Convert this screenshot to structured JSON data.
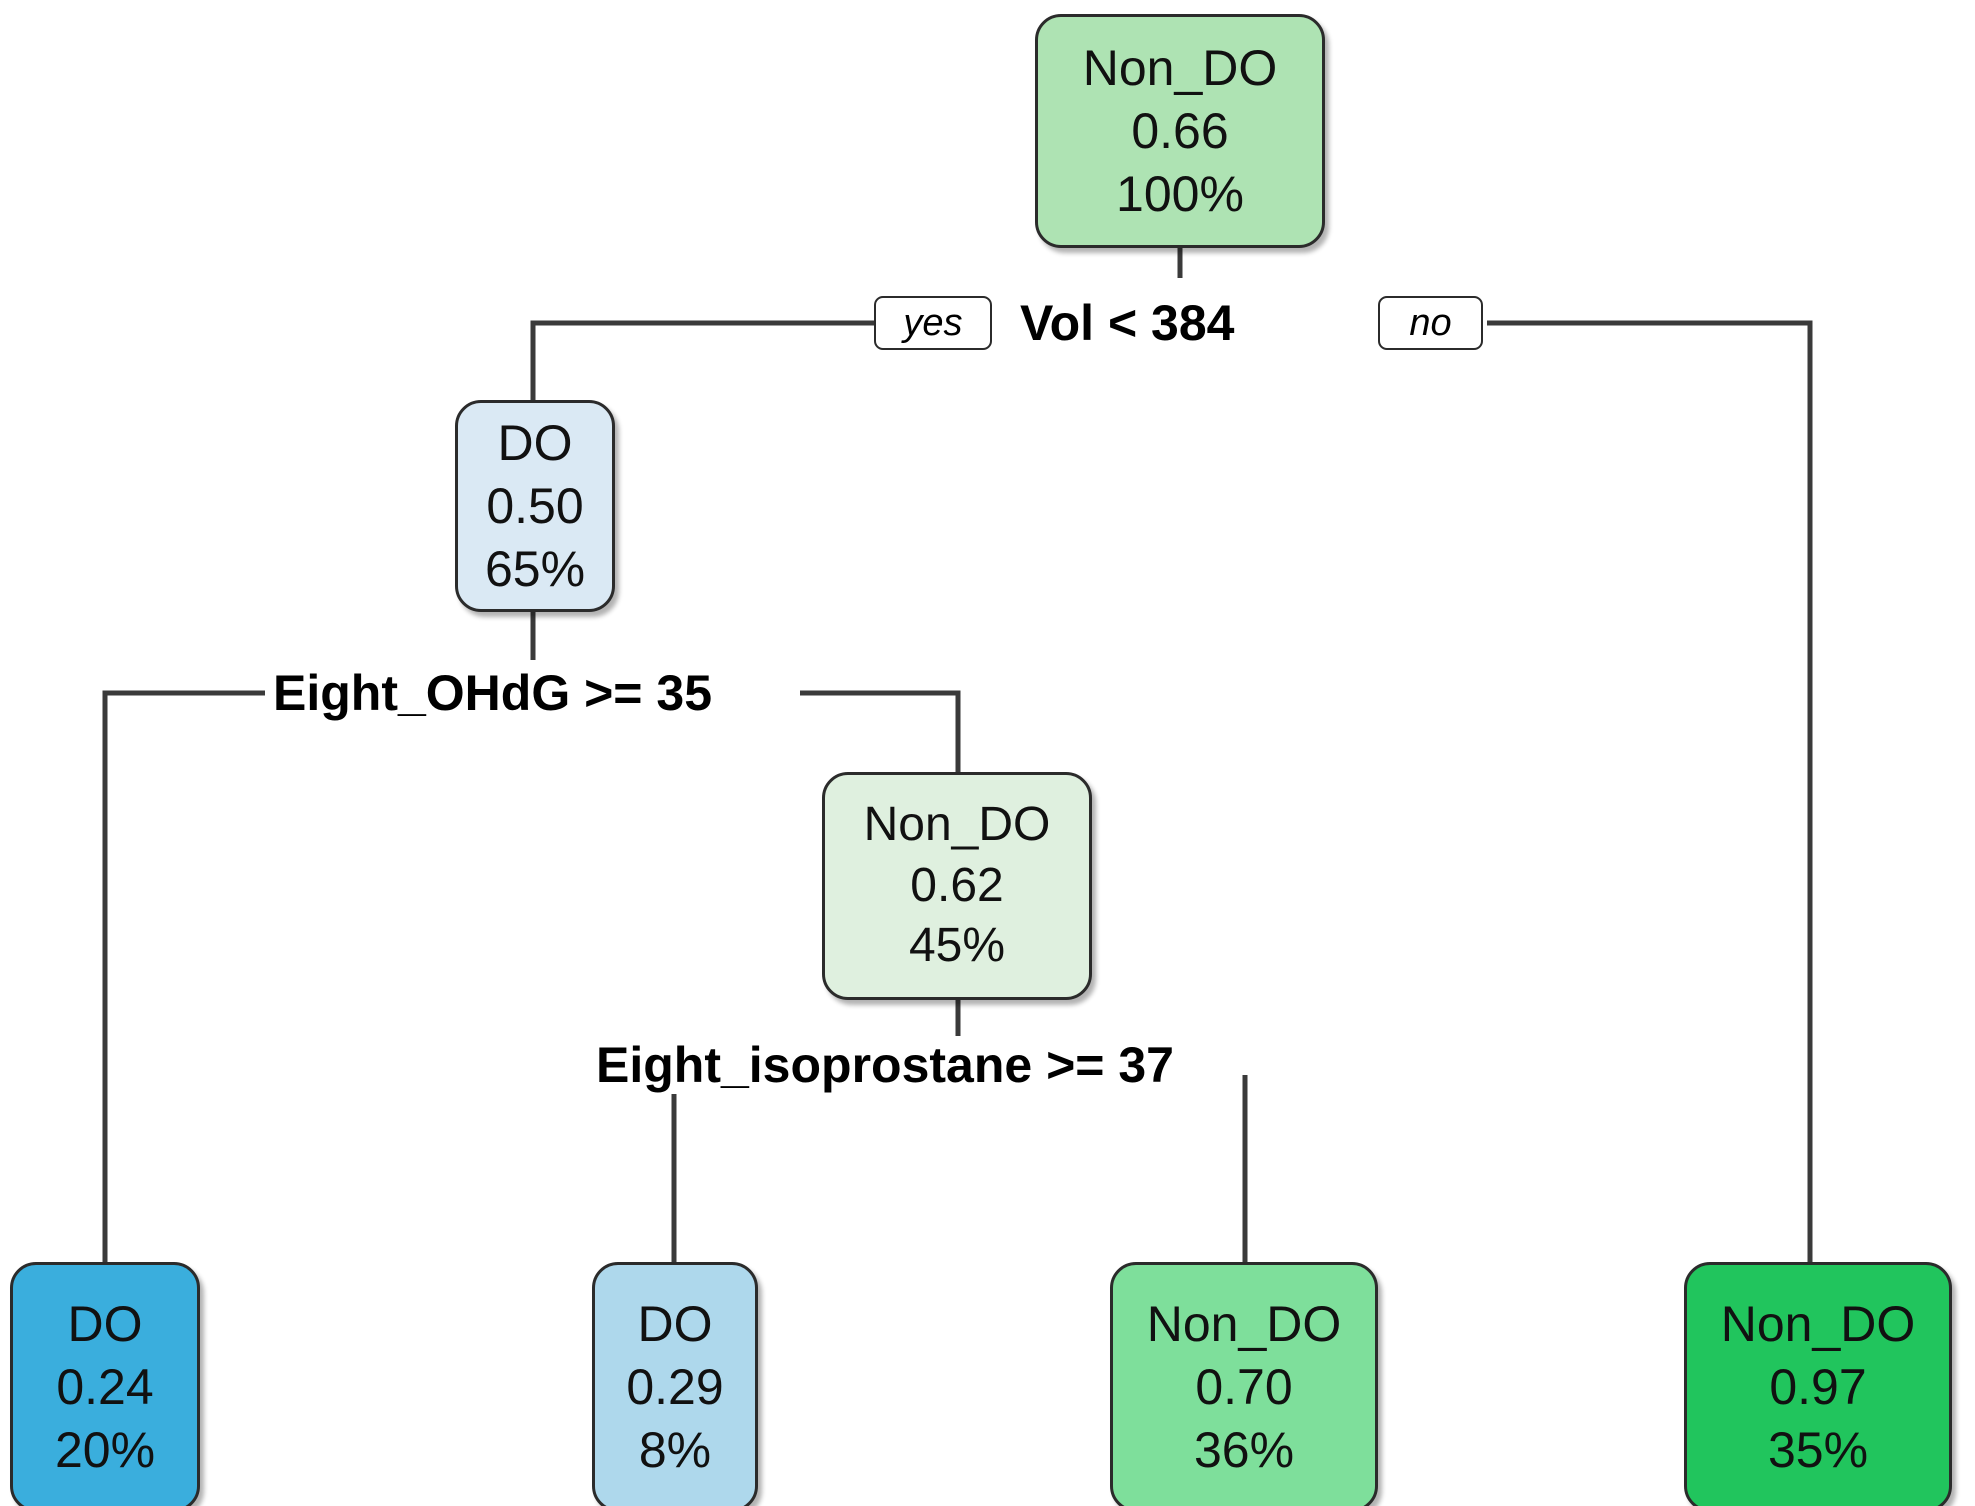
{
  "chart_data": {
    "type": "tree",
    "title": "",
    "description": "CART decision tree classifying DO vs Non_DO",
    "classes": [
      "DO",
      "Non_DO"
    ],
    "nodes": [
      {
        "id": "root",
        "label": "Non_DO",
        "probability": "0.66",
        "percent": "100%",
        "fill": "#aee3b3",
        "depth": 0,
        "is_leaf": false
      },
      {
        "id": "n2",
        "label": "DO",
        "probability": "0.50",
        "percent": "65%",
        "fill": "#dae9f4",
        "depth": 1,
        "is_leaf": false
      },
      {
        "id": "n3",
        "label": "Non_DO",
        "probability": "0.62",
        "percent": "45%",
        "fill": "#dff0df",
        "depth": 2,
        "is_leaf": false
      },
      {
        "id": "leaf1",
        "label": "DO",
        "probability": "0.24",
        "percent": "20%",
        "fill": "#3aaedd",
        "depth": 3,
        "is_leaf": true
      },
      {
        "id": "leaf2",
        "label": "DO",
        "probability": "0.29",
        "percent": "8%",
        "fill": "#aed8ec",
        "depth": 3,
        "is_leaf": true
      },
      {
        "id": "leaf3",
        "label": "Non_DO",
        "probability": "0.70",
        "percent": "36%",
        "fill": "#7edf9b",
        "depth": 3,
        "is_leaf": true
      },
      {
        "id": "leaf4",
        "label": "Non_DO",
        "probability": "0.97",
        "percent": "35%",
        "fill": "#21c55d",
        "depth": 3,
        "is_leaf": true
      }
    ],
    "splits": [
      {
        "id": "split1",
        "condition": "Vol < 384",
        "yes_label": "yes",
        "no_label": "no",
        "parent": "root",
        "yes_child": "n2",
        "no_child": "leaf4"
      },
      {
        "id": "split2",
        "condition": "Eight_OHdG >= 35",
        "parent": "n2",
        "yes_child": "leaf1",
        "no_child": "n3"
      },
      {
        "id": "split3",
        "condition": "Eight_isoprostane >= 37",
        "parent": "n3",
        "yes_child": "leaf2",
        "no_child": "leaf3"
      }
    ],
    "colors": {
      "edge": "#3a3a3a",
      "border": "#2b2b2b",
      "text": "#111111",
      "background": "#ffffff"
    }
  }
}
